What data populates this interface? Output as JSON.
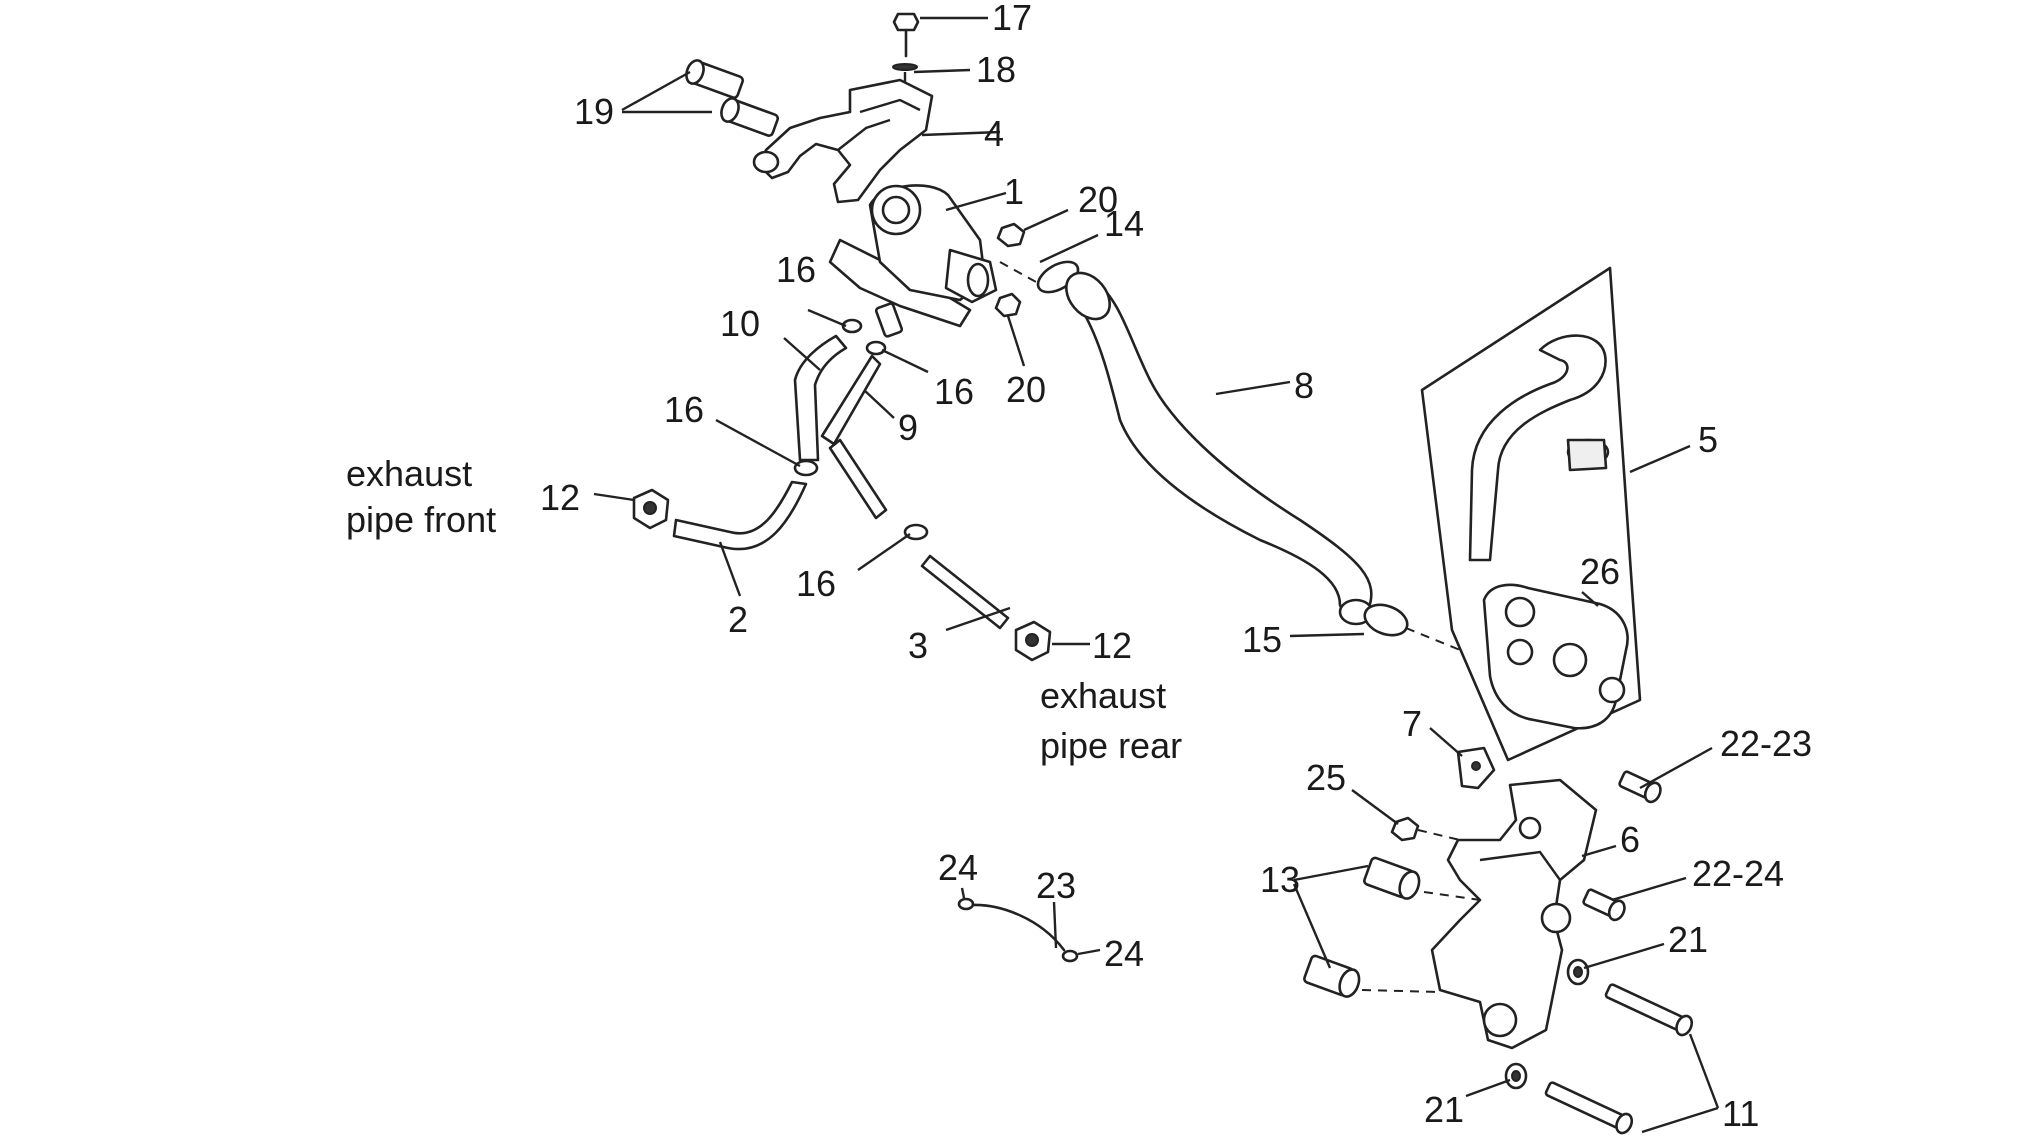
{
  "labels": {
    "p1": "1",
    "p2": "2",
    "p3": "3",
    "p4": "4",
    "p5": "5",
    "p6": "6",
    "p7": "7",
    "p8": "8",
    "p9": "9",
    "p10": "10",
    "p11": "11",
    "p12a": "12",
    "p12b": "12",
    "p13": "13",
    "p14": "14",
    "p15": "15",
    "p16a": "16",
    "p16b": "16",
    "p16c": "16",
    "p16d": "16",
    "p17": "17",
    "p18": "18",
    "p19": "19",
    "p20a": "20",
    "p20b": "20",
    "p21a": "21",
    "p21b": "21",
    "p22_23": "22-23",
    "p22_24": "22-24",
    "p23": "23",
    "p24a": "24",
    "p24b": "24",
    "p25": "25",
    "p26": "26"
  },
  "notes": {
    "front_line1": "exhaust",
    "front_line2": "pipe front",
    "rear_line1": "exhaust",
    "rear_line2": "pipe rear"
  }
}
